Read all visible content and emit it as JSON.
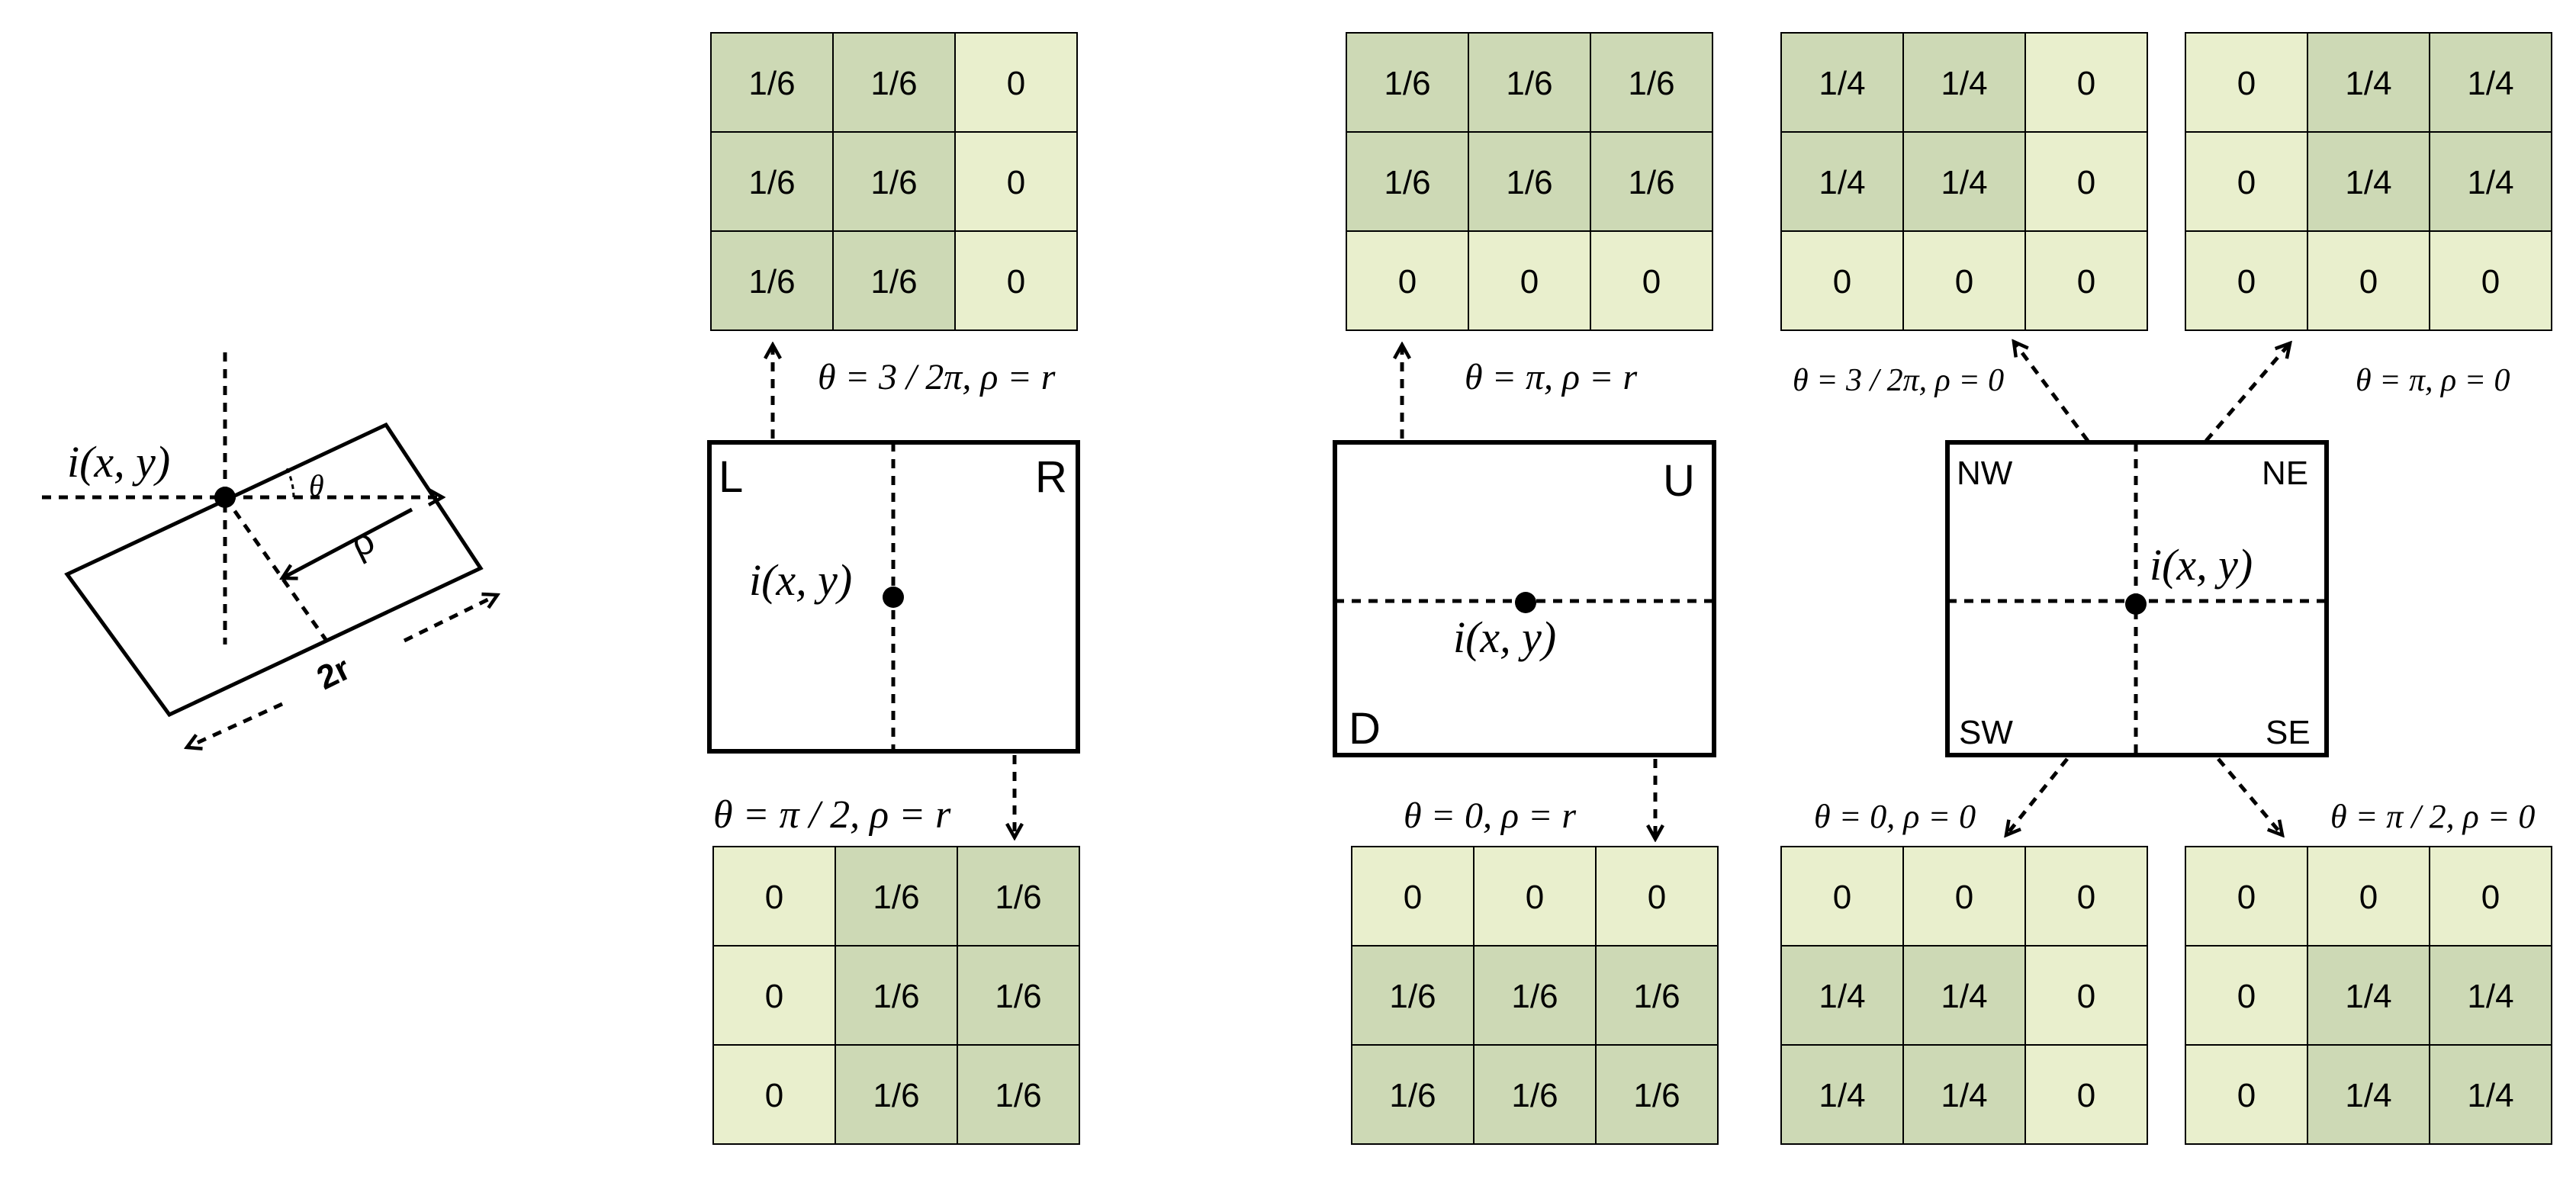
{
  "colors": {
    "dark_cell": "#cdd9b5",
    "light_cell": "#e9efcd",
    "line": "#000000"
  },
  "left_schematic": {
    "point_label": "i(x, y)",
    "angle_label": "θ",
    "radius_label": "ρ",
    "width_label": "2r"
  },
  "kernels": [
    {
      "name": "kernel-L",
      "values": [
        [
          "1/6",
          "1/6",
          "0"
        ],
        [
          "1/6",
          "1/6",
          "0"
        ],
        [
          "1/6",
          "1/6",
          "0"
        ]
      ]
    },
    {
      "name": "kernel-R",
      "values": [
        [
          "0",
          "1/6",
          "1/6"
        ],
        [
          "0",
          "1/6",
          "1/6"
        ],
        [
          "0",
          "1/6",
          "1/6"
        ]
      ]
    },
    {
      "name": "kernel-U",
      "values": [
        [
          "1/6",
          "1/6",
          "1/6"
        ],
        [
          "1/6",
          "1/6",
          "1/6"
        ],
        [
          "0",
          "0",
          "0"
        ]
      ]
    },
    {
      "name": "kernel-D",
      "values": [
        [
          "0",
          "0",
          "0"
        ],
        [
          "1/6",
          "1/6",
          "1/6"
        ],
        [
          "1/6",
          "1/6",
          "1/6"
        ]
      ]
    },
    {
      "name": "kernel-NW",
      "values": [
        [
          "1/4",
          "1/4",
          "0"
        ],
        [
          "1/4",
          "1/4",
          "0"
        ],
        [
          "0",
          "0",
          "0"
        ]
      ]
    },
    {
      "name": "kernel-NE",
      "values": [
        [
          "0",
          "1/4",
          "1/4"
        ],
        [
          "0",
          "1/4",
          "1/4"
        ],
        [
          "0",
          "0",
          "0"
        ]
      ]
    },
    {
      "name": "kernel-SW",
      "values": [
        [
          "0",
          "0",
          "0"
        ],
        [
          "1/4",
          "1/4",
          "0"
        ],
        [
          "1/4",
          "1/4",
          "0"
        ]
      ]
    },
    {
      "name": "kernel-SE",
      "values": [
        [
          "0",
          "0",
          "0"
        ],
        [
          "0",
          "1/4",
          "1/4"
        ],
        [
          "0",
          "1/4",
          "1/4"
        ]
      ]
    }
  ],
  "panels": {
    "lr": {
      "left_label": "L",
      "right_label": "R",
      "point_label": "i(x, y)",
      "top_caption": "θ = 3 / 2π, ρ = r",
      "bottom_caption": "θ = π / 2, ρ = r"
    },
    "ud": {
      "up_label": "U",
      "down_label": "D",
      "point_label": "i(x, y)",
      "top_caption": "θ = π, ρ = r",
      "bottom_caption": "θ = 0, ρ = r"
    },
    "quad": {
      "nw_label": "NW",
      "ne_label": "NE",
      "sw_label": "SW",
      "se_label": "SE",
      "point_label": "i(x, y)",
      "nw_caption": "θ = 3 / 2π, ρ = 0",
      "ne_caption": "θ = π, ρ = 0",
      "sw_caption": "θ = 0, ρ = 0",
      "se_caption": "θ = π / 2, ρ = 0"
    }
  }
}
